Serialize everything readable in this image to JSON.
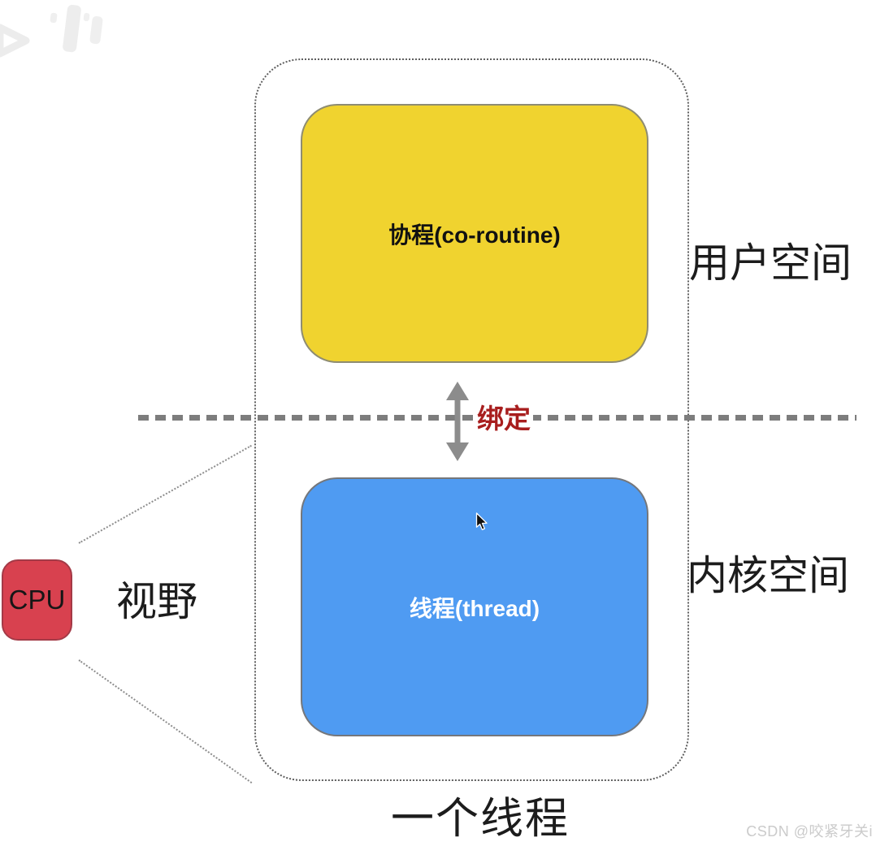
{
  "colors": {
    "coroutine_box": "#f0d32f",
    "thread_box": "#4f9bf2",
    "cpu_box": "#d8414f",
    "bind_text": "#a81e1e",
    "dashed_line": "#7d7d7d",
    "label_text": "#1c1c1c",
    "watermark_text": "#cbcbcb"
  },
  "diagram": {
    "coroutine_label": "协程(co-routine)",
    "thread_label": "线程(thread)",
    "bind_label": "绑定",
    "user_space_label": "用户空间",
    "kernel_space_label": "内核空间",
    "cpu_label": "CPU",
    "view_label": "视野",
    "one_thread_label": "一个线程"
  },
  "watermarks": {
    "csdn": "CSDN @咬紧牙关i"
  }
}
